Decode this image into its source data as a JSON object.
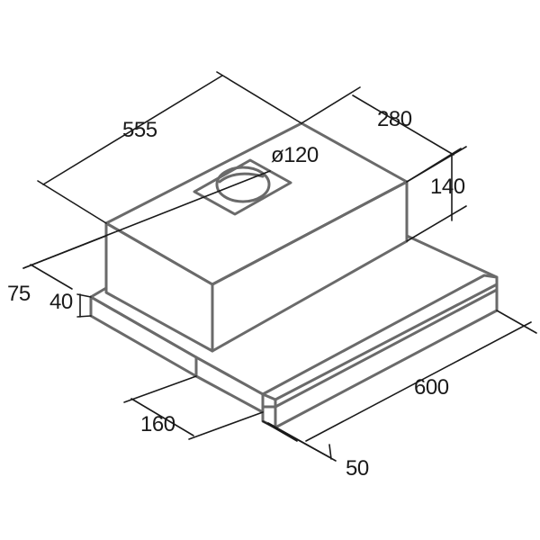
{
  "labels": {
    "width_top": "555",
    "depth": "280",
    "duct": "ø120",
    "height_box": "140",
    "offset_75": "75",
    "offset_40": "40",
    "front_160": "160",
    "width_total": "600",
    "front_50": "50"
  },
  "colors": {
    "outline": "#6a6a6a",
    "dimension": "#1a1a1a",
    "background": "#ffffff"
  }
}
